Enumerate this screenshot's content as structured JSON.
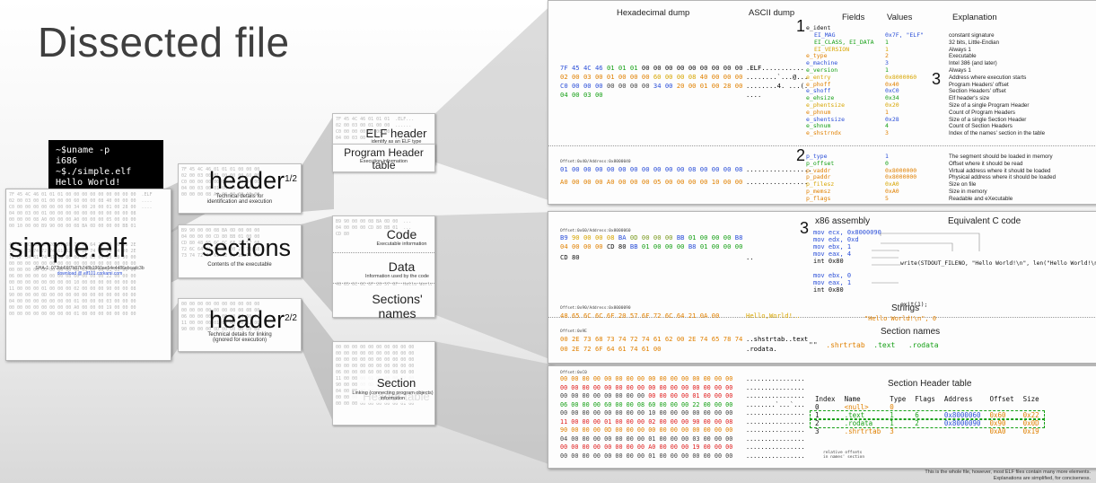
{
  "title": "Dissected file",
  "terminal": [
    "~$uname -p",
    "i686",
    "~$./simple.elf",
    "Hello World!"
  ],
  "file": {
    "name": "simple.elf",
    "sha": "SHA-1: 072bb66f7b87b748b1960ae54e4486ebcadc3b",
    "download": "download @ elf101.corkami.com"
  },
  "sections": {
    "header1": {
      "title": "header",
      "sup": "1/2",
      "sub": "Technical details for\nidentification and execution"
    },
    "sections": {
      "title": "sections",
      "sub": "Contents of the executable"
    },
    "header2": {
      "title": "header",
      "sup": "2/2",
      "sub": "Technical details for linking\n(ignored for execution)"
    }
  },
  "subparts": {
    "elf_header": {
      "title": "ELF header",
      "sub": "identify as an ELF type\nspecify the architecture"
    },
    "pht": {
      "title": "Program Header table",
      "sub": "Execution information"
    },
    "code": {
      "title": "Code",
      "sub": "Executable information"
    },
    "data": {
      "title": "Data",
      "sub": "Information used by the code"
    },
    "names": {
      "title": "Sections' names",
      "sub": ""
    },
    "sht": {
      "title": "Section Header table",
      "sub": "Linking (connecting program objects) information"
    }
  },
  "panel1": {
    "col_hex": "Hexadecimal dump",
    "col_ascii": "ASCII dump",
    "col_fields": "Fields",
    "col_values": "Values",
    "col_expl": "Explanation",
    "hex_rows": [
      "7F 45 4C 46 01 01 01 00 00 00 00 00 00 00 00 00",
      "02 00 03 00 01 00 00 00 60 00 00 08 40 00 00 00",
      "C0 00 00 00 00 00 00 00 34 00 20 00 01 00 28 00",
      "04 00 03 00"
    ],
    "ascii_rows": [
      ".ELF...........",
      "........`...@...",
      "........4. ...(.",
      "...."
    ],
    "ident": "e_ident",
    "fields": [
      {
        "name": "EI_MAG",
        "value": "0x7F, \"ELF\"",
        "expl": "constant signature"
      },
      {
        "name": "EI_CLASS, EI_DATA",
        "value": "1",
        "expl": "32 bits, Little-Endian"
      },
      {
        "name": "EI_VERSION",
        "value": "1",
        "expl": "Always 1"
      },
      {
        "name": "e_type",
        "value": "2",
        "expl": "Executable"
      },
      {
        "name": "e_machine",
        "value": "3",
        "expl": "Intel 386 (and later)"
      },
      {
        "name": "e_version",
        "value": "1",
        "expl": "Always 1"
      },
      {
        "name": "e_entry",
        "value": "0x8000060",
        "expl": "Address where execution starts"
      },
      {
        "name": "e_phoff",
        "value": "0x40",
        "expl": "Program Headers' offset"
      },
      {
        "name": "e_shoff",
        "value": "0xC0",
        "expl": "Section Headers' offset"
      },
      {
        "name": "e_ehsize",
        "value": "0x34",
        "expl": "Elf header's size"
      },
      {
        "name": "e_phentsize",
        "value": "0x20",
        "expl": "Size of a single Program Header"
      },
      {
        "name": "e_phnum",
        "value": "1",
        "expl": "Count of Program Headers"
      },
      {
        "name": "e_shentsize",
        "value": "0x28",
        "expl": "Size of a single Section Header"
      },
      {
        "name": "e_shnum",
        "value": "4",
        "expl": "Count of Section Headers"
      },
      {
        "name": "e_shstrndx",
        "value": "3",
        "expl": "Index of the names' section in the table"
      }
    ],
    "pht_offset": "Offset:0x40/Address:0x8000040",
    "pht_hex": [
      "01 00 00 00 00 00 00 00 00 00 00 08 00 00 00 08",
      "A0 00 00 00 A0 00 00 00 05 00 00 00 00 10 00 00"
    ],
    "pht_ascii": [
      ".................",
      "................"
    ],
    "pfields": [
      {
        "name": "p_type",
        "value": "1",
        "expl": "The segment should be loaded in memory"
      },
      {
        "name": "p_offset",
        "value": "0",
        "expl": "Offset where it should be read"
      },
      {
        "name": "p_vaddr",
        "value": "0x8000000",
        "expl": "Virtual address where it should be loaded"
      },
      {
        "name": "p_paddr",
        "value": "0x8000000",
        "expl": "Physical address where it should be loaded"
      },
      {
        "name": "p_filesz",
        "value": "0xA0",
        "expl": "Size on file"
      },
      {
        "name": "p_memsz",
        "value": "0xA0",
        "expl": "Size in memory"
      },
      {
        "name": "p_flags",
        "value": "5",
        "expl": "Readable and eXecutable"
      }
    ],
    "n1": "1",
    "n2": "2",
    "n3": "3"
  },
  "panel2": {
    "asm_title": "x86 assembly",
    "c_title": "Equivalent C code",
    "code_offset": "Offset:0x60/Address:0x8000060",
    "code_hex": [
      "B9 90 00 00 08 BA 0D 00 00 00 BB 01 00 00 00 B8",
      "04 00 00 00 CD 80 BB 01 00 00 00 B8 01 00 00 00",
      "CD 80"
    ],
    "asm": [
      "mov ecx, 0x8000090",
      "mov edx, 0xd",
      "mov ebx, 1",
      "mov eax, 4",
      "int 0x80",
      "",
      "mov ebx, 0",
      "mov eax, 1",
      "int 0x80"
    ],
    "c_write": "write(STDOUT_FILENO, \"Hello World!\\n\", len(\"Hello World!\\n\"));",
    "c_exit": "exit(1);",
    "data_offset": "Offset:0x90/Address:0x8000090",
    "data_hex": "48 65 6C 6C 6F 20 57 6F 72 6C 64 21 0A 00",
    "data_ascii": "Hello,World!..",
    "strings_title": "Strings",
    "strings_value": "\"Hello World!\\n\", 0",
    "names_offset": "Offset:0x9E",
    "names_hex": [
      "00 2E 73 68 73 74 72 74 61 62 00 2E 74 65 78 74",
      "00 2E 72 6F 64 61 74 61 00"
    ],
    "names_ascii": [
      "..shstrtab..text",
      ".rodata."
    ],
    "snames_title": "Section names",
    "snames": [
      "\"\"",
      ".shrtrtab",
      ".text",
      ".rodata"
    ]
  },
  "panel3": {
    "offset": "Offset:0xC0",
    "title": "Section Header table",
    "headers": [
      "Index",
      "Name",
      "Type",
      "Flags",
      "Address",
      "Offset",
      "Size"
    ],
    "rows": [
      {
        "index": "0",
        "name": "<null>",
        "type": "0",
        "flags": "",
        "address": "",
        "offset": "",
        "size": ""
      },
      {
        "index": "1",
        "name": ".text",
        "type": "1",
        "flags": "6",
        "address": "0x8000060",
        "offset": "0x60",
        "size": "0x22"
      },
      {
        "index": "2",
        "name": ".rodata",
        "type": "1",
        "flags": "2",
        "address": "0x8000090",
        "offset": "0x90",
        "size": "0x0D"
      },
      {
        "index": "3",
        "name": ".shrtrtab",
        "type": "3",
        "flags": "",
        "address": "",
        "offset": "0xA0",
        "size": "0x19"
      }
    ],
    "note": "relative offsets\nin names' section"
  },
  "footer": [
    "This is the whole file, however, most ELF files contain many more elements.",
    "Explanations are simplified, for conciseness."
  ]
}
